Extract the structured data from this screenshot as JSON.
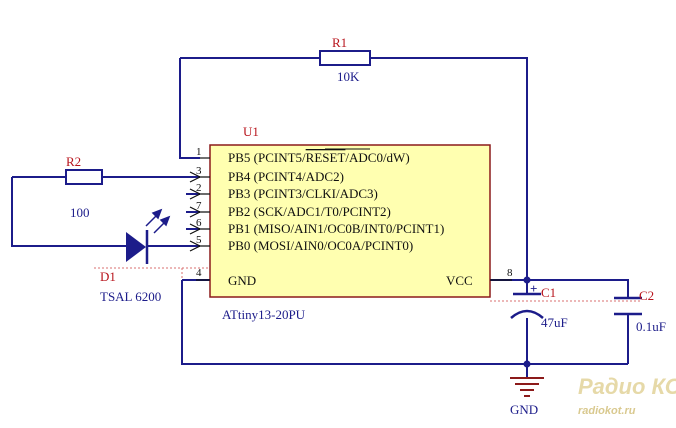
{
  "u1": {
    "designator": "U1",
    "part": "ATtiny13-20PU",
    "pins": [
      {
        "num": "1",
        "label": "PB5 (PCINT5/",
        "overbar": "RESET",
        "tail": "/ADC0/dW)"
      },
      {
        "num": "3",
        "label": "PB4 (PCINT4/ADC2)"
      },
      {
        "num": "2",
        "label": "PB3 (PCINT3/CLKI/ADC3)"
      },
      {
        "num": "7",
        "label": "PB2 (SCK/ADC1/T0/PCINT2)"
      },
      {
        "num": "6",
        "label": "PB1 (MISO/AIN1/OC0B/INT0/PCINT1)"
      },
      {
        "num": "5",
        "label": "PB0 (MOSI/AIN0/OC0A/PCINT0)"
      }
    ],
    "gnd": {
      "num": "4",
      "label": "GND"
    },
    "vcc": {
      "num": "8",
      "label": "VCC"
    }
  },
  "r1": {
    "designator": "R1",
    "value": "10K"
  },
  "r2": {
    "designator": "R2",
    "value": "100"
  },
  "d1": {
    "designator": "D1",
    "value": "TSAL 6200"
  },
  "c1": {
    "designator": "C1",
    "value": "47uF",
    "polarity": "+"
  },
  "c2": {
    "designator": "C2",
    "value": "0.1uF"
  },
  "gnd": {
    "label": "GND"
  },
  "watermark": {
    "brand": "Радио КОТ",
    "site": "radiokot.ru"
  },
  "colors": {
    "wire": "#1c1c8a",
    "designator": "#b8141c",
    "chip_fill": "#ffffb0",
    "chip_border": "#8c1a1a",
    "ground": "#8c1a1a"
  }
}
